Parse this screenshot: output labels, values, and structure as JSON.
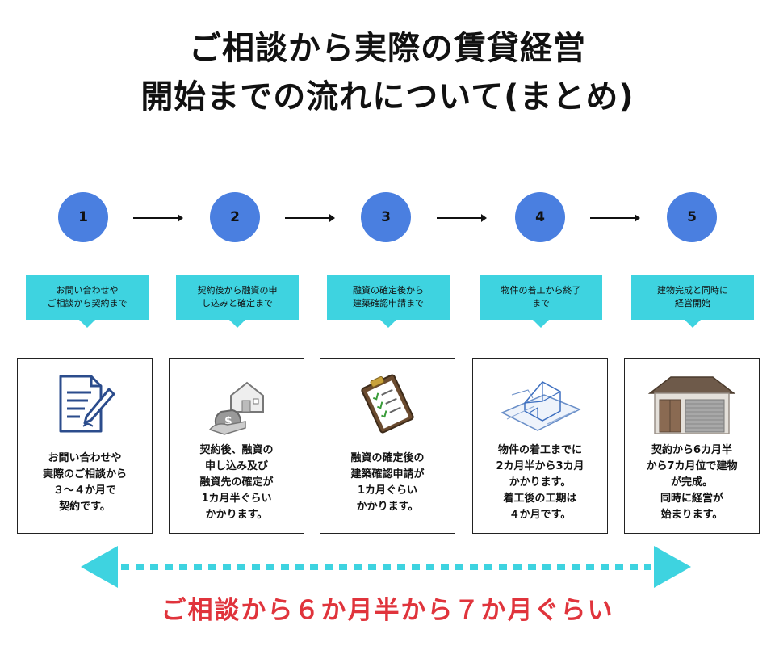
{
  "title": {
    "line1": "ご相談から実際の賃貸経営",
    "line2": "開始までの流れについて(まとめ)"
  },
  "steps": [
    {
      "number": "1",
      "callout": "お問い合わせや\nご相談から契約まで",
      "card_text": "お問い合わせや\n実際のご相談から\n３～４か月で\n契約です。",
      "icon": "document-pen-icon"
    },
    {
      "number": "2",
      "callout": "契約後から融資の申\nし込みと確定まで",
      "card_text": "契約後、融資の\n申し込み及び\n融資先の確定が\n1カ月半ぐらい\nかかります。",
      "icon": "house-money-icon"
    },
    {
      "number": "3",
      "callout": "融資の確定後から\n建築確認申請まで",
      "card_text": "融資の確定後の\n建築確認申請が\n1カ月ぐらい\nかかります。",
      "icon": "clipboard-check-icon"
    },
    {
      "number": "4",
      "callout": "物件の着工から終了\nまで",
      "card_text": "物件の着工までに\n2カ月半から3カ月\nかかります。\n着工後の工期は\n４か月です。",
      "icon": "blueprint-icon"
    },
    {
      "number": "5",
      "callout": "建物完成と同時に\n経営開始",
      "card_text": "契約から6カ月半\nから7カ月位で建物\nが完成。\n同時に経営が\n始まります。",
      "icon": "building-icon"
    }
  ],
  "bottom_caption": "ご相談から６か月半から７か月ぐらい",
  "colors": {
    "circle": "#4a7fe0",
    "callout": "#3ed3e0",
    "accent_red": "#e0343c",
    "timeline_arrow": "#3ed3e0"
  }
}
